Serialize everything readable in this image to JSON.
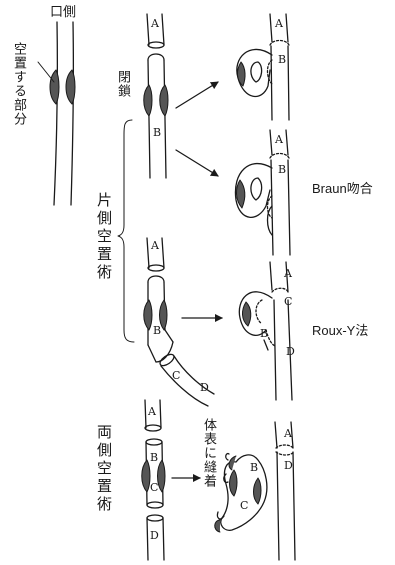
{
  "colors": {
    "ink": "#1a1a1a",
    "background": "#ffffff"
  },
  "labels": {
    "oral_side": "口側",
    "area_to_exclude": "空置する部分",
    "closure": "閉鎖",
    "unilateral_exclusion": "片側空置術",
    "bilateral_exclusion": "両側空置術",
    "sutured_to_body_surface": "体表に縫着",
    "braun_anastomosis": "Braun吻合",
    "roux_y": "Roux-Y法"
  },
  "segments": {
    "A": "A",
    "B": "B",
    "C": "C",
    "D": "D"
  }
}
